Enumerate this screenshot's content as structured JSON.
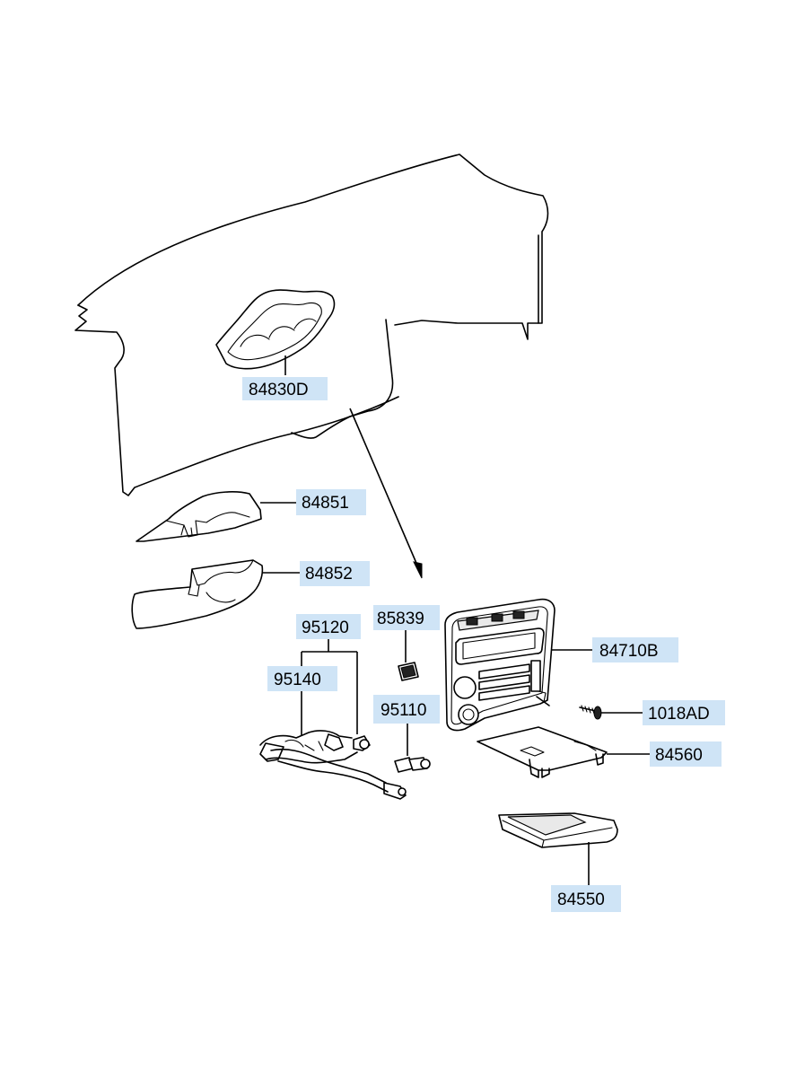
{
  "labels": {
    "dash_panel": "84830D",
    "cover_upper": "84851",
    "cover_lower": "84852",
    "harness_main": "95120",
    "harness_sub": "95140",
    "clip": "85839",
    "bulb": "95110",
    "center_fascia": "84710B",
    "screw": "1018AD",
    "tray_bracket": "84560",
    "tray": "84550"
  },
  "colors": {
    "label_background": "#cfe4f6",
    "line": "#000000"
  }
}
